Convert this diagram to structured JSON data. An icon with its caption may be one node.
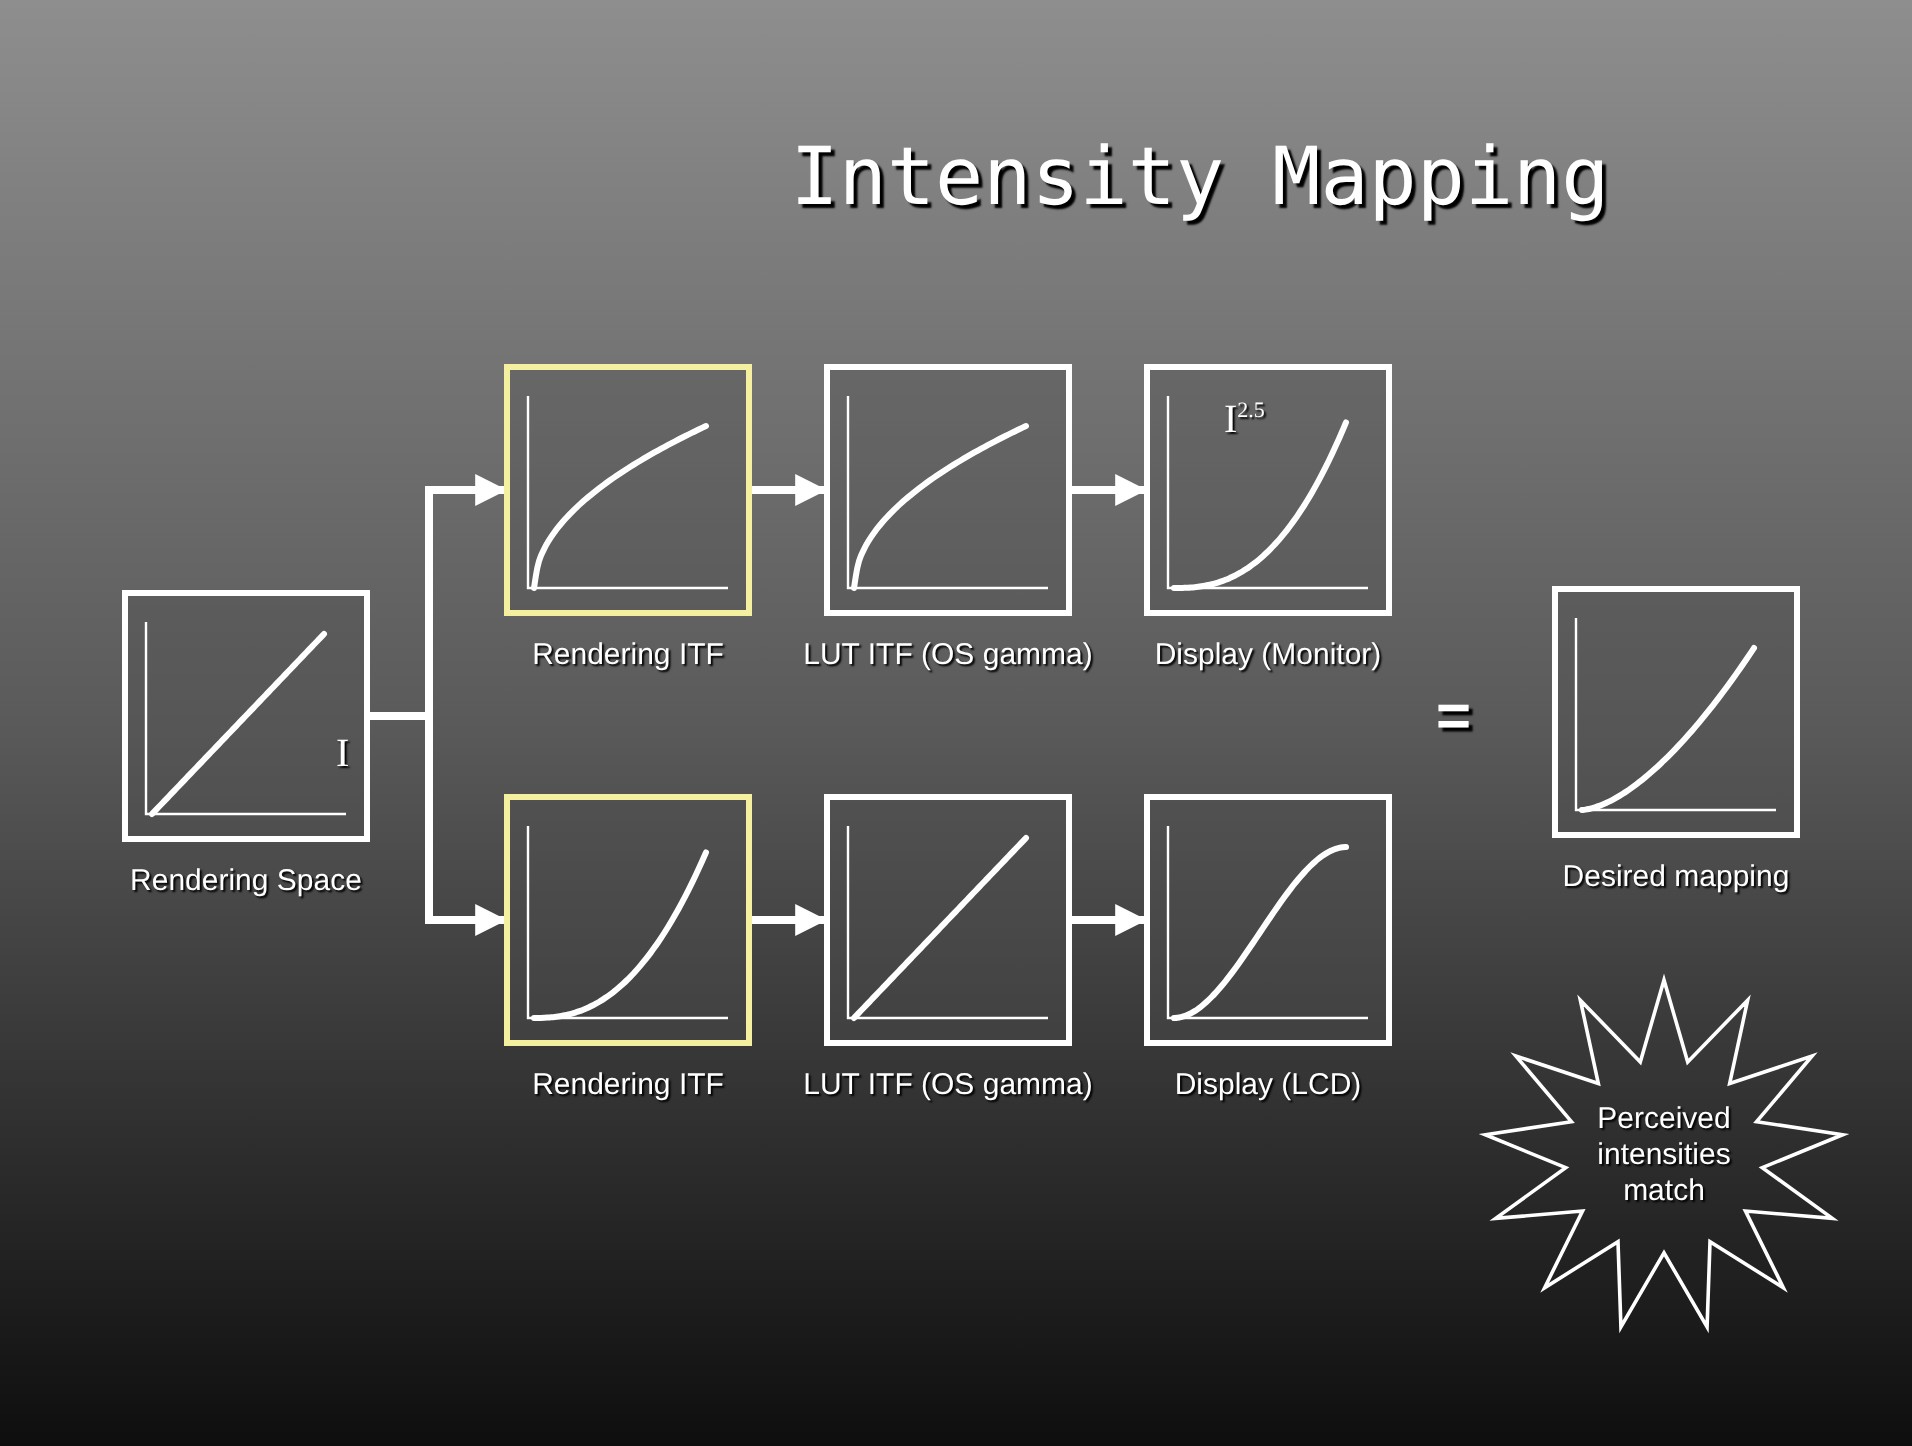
{
  "diagram": {
    "title": "Intensity Mapping",
    "nodes": [
      {
        "text": [
          "I",
          "Rendering Space"
        ]
      },
      {
        "text": [
          "Rendering ITF"
        ]
      },
      {
        "text": [
          "LUT ITF (OS gamma)"
        ]
      },
      {
        "text": [
          "I$^{2.5}$",
          "Display (Monitor)"
        ]
      },
      {
        "text": [
          "Rendering ITF"
        ]
      },
      {
        "text": [
          "LUT ITF (OS gamma)"
        ]
      },
      {
        "text": [
          "Display (LCD)"
        ]
      },
      {
        "text": [
          "Desired mapping"
        ]
      },
      {
        "text": [
          "Perceived intensities match"
        ]
      }
    ],
    "edges": [
      {
        "from": 0,
        "to": 1,
        "arrow": "to"
      },
      {
        "from": 0,
        "to": 4,
        "arrow": "to"
      },
      {
        "from": 1,
        "to": 2,
        "arrow": "to"
      },
      {
        "from": 2,
        "to": 3,
        "arrow": "to"
      },
      {
        "from": 4,
        "to": 5,
        "arrow": "to"
      },
      {
        "from": 5,
        "to": 6,
        "arrow": "to"
      }
    ],
    "labels": [
      "="
    ]
  }
}
